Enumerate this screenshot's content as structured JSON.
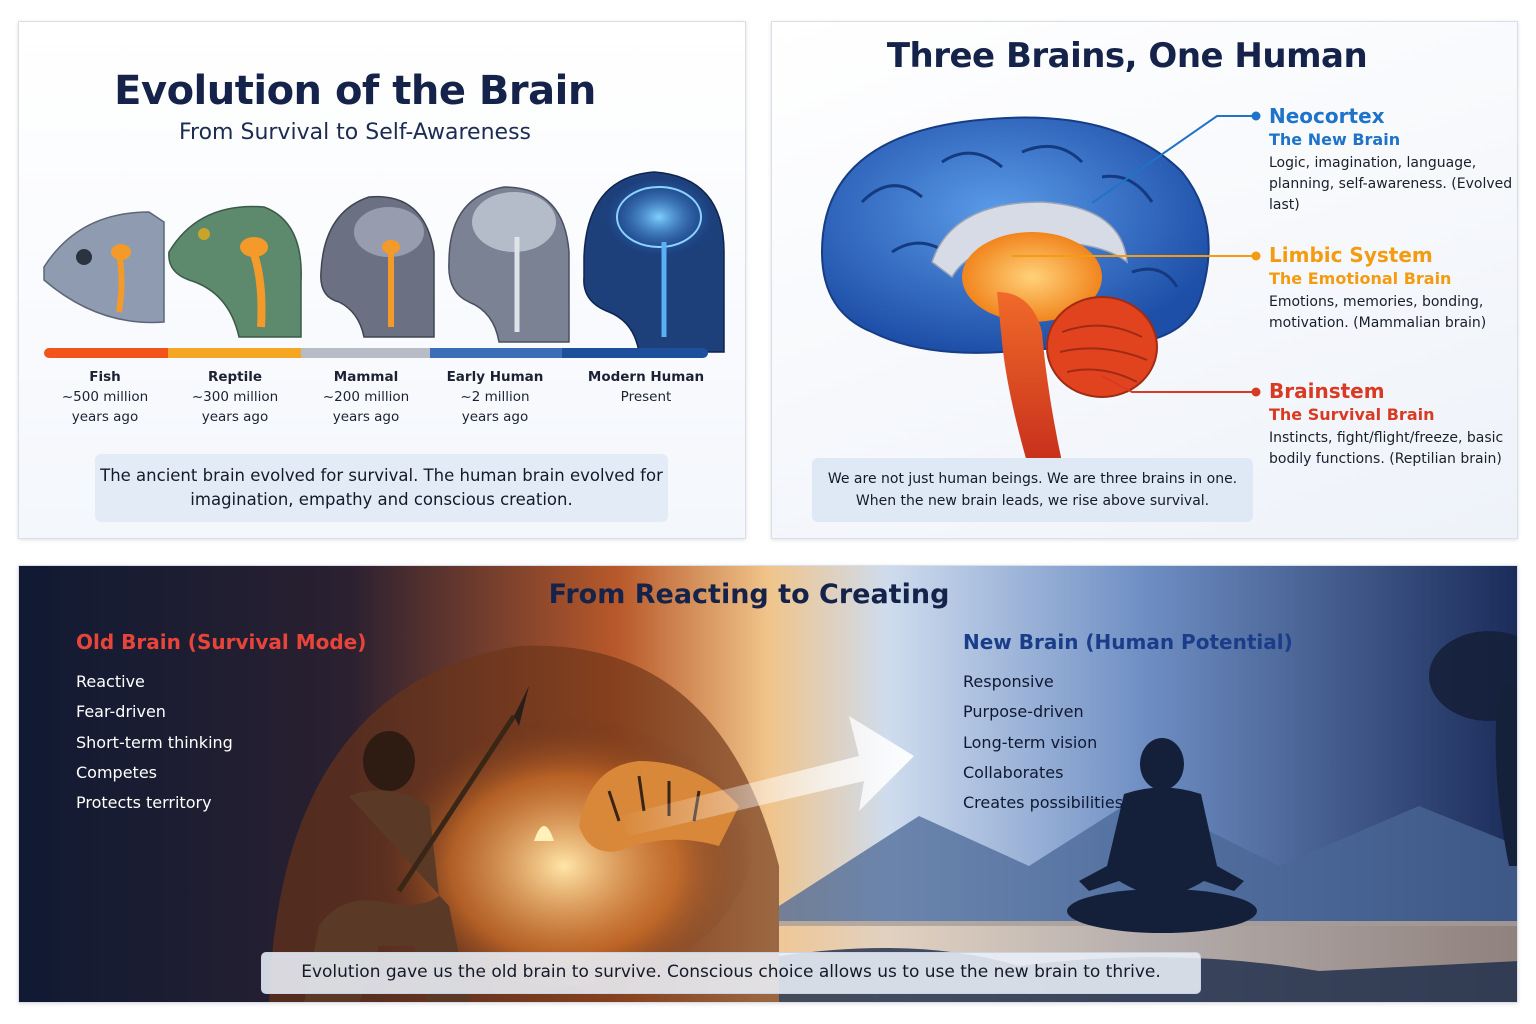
{
  "panel_evolution": {
    "title": "Evolution of the Brain",
    "subtitle": "From Survival to Self-Awareness",
    "stages": [
      {
        "name": "Fish",
        "line1": "~500 million",
        "line2": "years ago",
        "color": "#f2541b"
      },
      {
        "name": "Reptile",
        "line1": "~300 million",
        "line2": "years ago",
        "color": "#f5a623"
      },
      {
        "name": "Mammal",
        "line1": "~200 million",
        "line2": "years ago",
        "color": "#b8bcc6"
      },
      {
        "name": "Early Human",
        "line1": "~2 million",
        "line2": "years ago",
        "color": "#3a6fb8"
      },
      {
        "name": "Modern Human",
        "line1": "Present",
        "line2": "",
        "color": "#1e4f9a"
      }
    ],
    "caption": "The ancient brain evolved for survival. The human brain evolved for imagination, empathy and conscious creation."
  },
  "panel_brains": {
    "title": "Three Brains, One Human",
    "regions": [
      {
        "name": "Neocortex",
        "subtitle": "The New Brain",
        "description": "Logic, imagination, language, planning, self-awareness. (Evolved last)",
        "color": "#1f73c9"
      },
      {
        "name": "Limbic System",
        "subtitle": "The Emotional Brain",
        "description": "Emotions, memories, bonding, motivation. (Mammalian brain)",
        "color": "#f39c12"
      },
      {
        "name": "Brainstem",
        "subtitle": "The Survival Brain",
        "description": "Instincts, fight/flight/freeze, basic bodily functions. (Reptilian brain)",
        "color": "#d93a23"
      }
    ],
    "caption_line1": "We are not just human beings. We are three brains in one.",
    "caption_line2": "When the new brain leads, we rise above survival."
  },
  "panel_react": {
    "title": "From Reacting to Creating",
    "old_heading": "Old Brain (Survival Mode)",
    "old_items": [
      "Reactive",
      "Fear-driven",
      "Short-term thinking",
      "Competes",
      "Protects territory"
    ],
    "new_heading": "New Brain (Human Potential)",
    "new_items": [
      "Responsive",
      "Purpose-driven",
      "Long-term vision",
      "Collaborates",
      "Creates possibilities"
    ],
    "caption": "Evolution gave us the old brain to survive. Conscious choice allows us to use the new brain to thrive."
  }
}
